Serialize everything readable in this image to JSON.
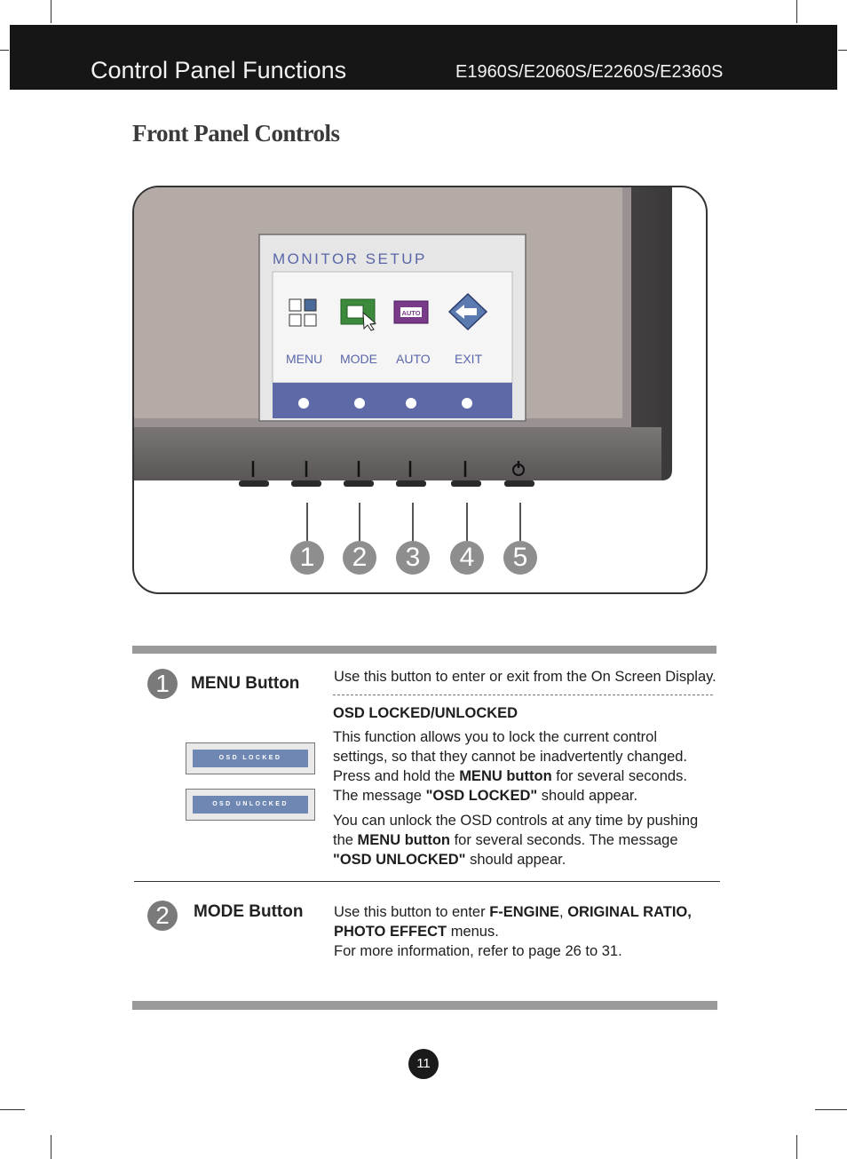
{
  "header": {
    "title": "Control Panel Functions",
    "models": "E1960S/E2060S/E2260S/E2360S"
  },
  "section_title": "Front Panel Controls",
  "diagram": {
    "osd_title": "MONITOR SETUP",
    "osd_items": [
      "MENU",
      "MODE",
      "AUTO",
      "EXIT"
    ],
    "auto_icon_label": "AUTO",
    "callouts": [
      "1",
      "2",
      "3",
      "4",
      "5"
    ]
  },
  "menu_button": {
    "number": "1",
    "name": "MENU Button",
    "description": "Use this button to enter or exit from the On Screen Display.",
    "lock_heading": "OSD LOCKED/UNLOCKED",
    "p1_a": "This function allows you to lock the current control settings, so that they cannot be inadvertently changed. Press and hold the ",
    "p1_b": "MENU button",
    "p1_c": " for several seconds. The message ",
    "p1_d": "\"OSD LOCKED\"",
    "p1_e": " should appear.",
    "p2_a": "You can unlock the OSD controls at any time by pushing the ",
    "p2_b": "MENU button",
    "p2_c": " for several seconds. The message ",
    "p2_d": "\"OSD UNLOCKED\"",
    "p2_e": " should appear.",
    "osd_locked": "OSD LOCKED",
    "osd_unlocked": "OSD UNLOCKED"
  },
  "mode_button": {
    "number": "2",
    "name": "MODE Button",
    "d_a": "Use this button to enter ",
    "d_b": "F-ENGINE",
    "d_c": ", ",
    "d_d": "ORIGINAL RATIO, PHOTO EFFECT",
    "d_e": " menus.",
    "d_f": "For more information, refer to page 26 to 31."
  },
  "page_number": "11"
}
